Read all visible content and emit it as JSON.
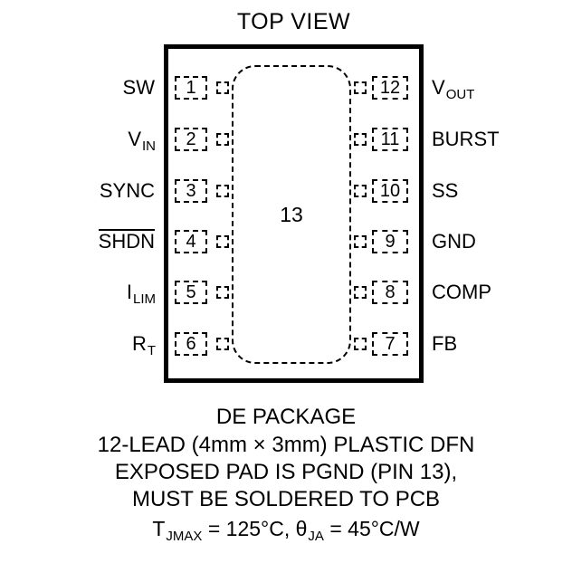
{
  "title": "TOP VIEW",
  "package": {
    "center_pad_number": "13",
    "left_pins": [
      {
        "number": "1",
        "main": "SW",
        "sub": ""
      },
      {
        "number": "2",
        "main": "V",
        "sub": "IN"
      },
      {
        "number": "3",
        "main": "SYNC",
        "sub": ""
      },
      {
        "number": "4",
        "main": "SHDN",
        "sub": "",
        "overline": true
      },
      {
        "number": "5",
        "main": "I",
        "sub": "LIM"
      },
      {
        "number": "6",
        "main": "R",
        "sub": "T"
      }
    ],
    "right_pins": [
      {
        "number": "12",
        "main": "V",
        "sub": "OUT"
      },
      {
        "number": "11",
        "main": "BURST",
        "sub": ""
      },
      {
        "number": "10",
        "main": "SS",
        "sub": ""
      },
      {
        "number": "9",
        "main": "GND",
        "sub": ""
      },
      {
        "number": "8",
        "main": "COMP",
        "sub": ""
      },
      {
        "number": "7",
        "main": "FB",
        "sub": ""
      }
    ]
  },
  "footer": {
    "package_name": "DE PACKAGE",
    "line2": "12-LEAD (4mm × 3mm) PLASTIC DFN",
    "line3": "EXPOSED PAD IS PGND (PIN 13),",
    "line4": "MUST BE SOLDERED TO PCB",
    "thermal": {
      "t_main": "T",
      "t_sub": "JMAX",
      "t_eq": " = 125°C, ",
      "theta_main": "θ",
      "theta_sub": "JA",
      "theta_eq": " = 45°C/W"
    }
  }
}
